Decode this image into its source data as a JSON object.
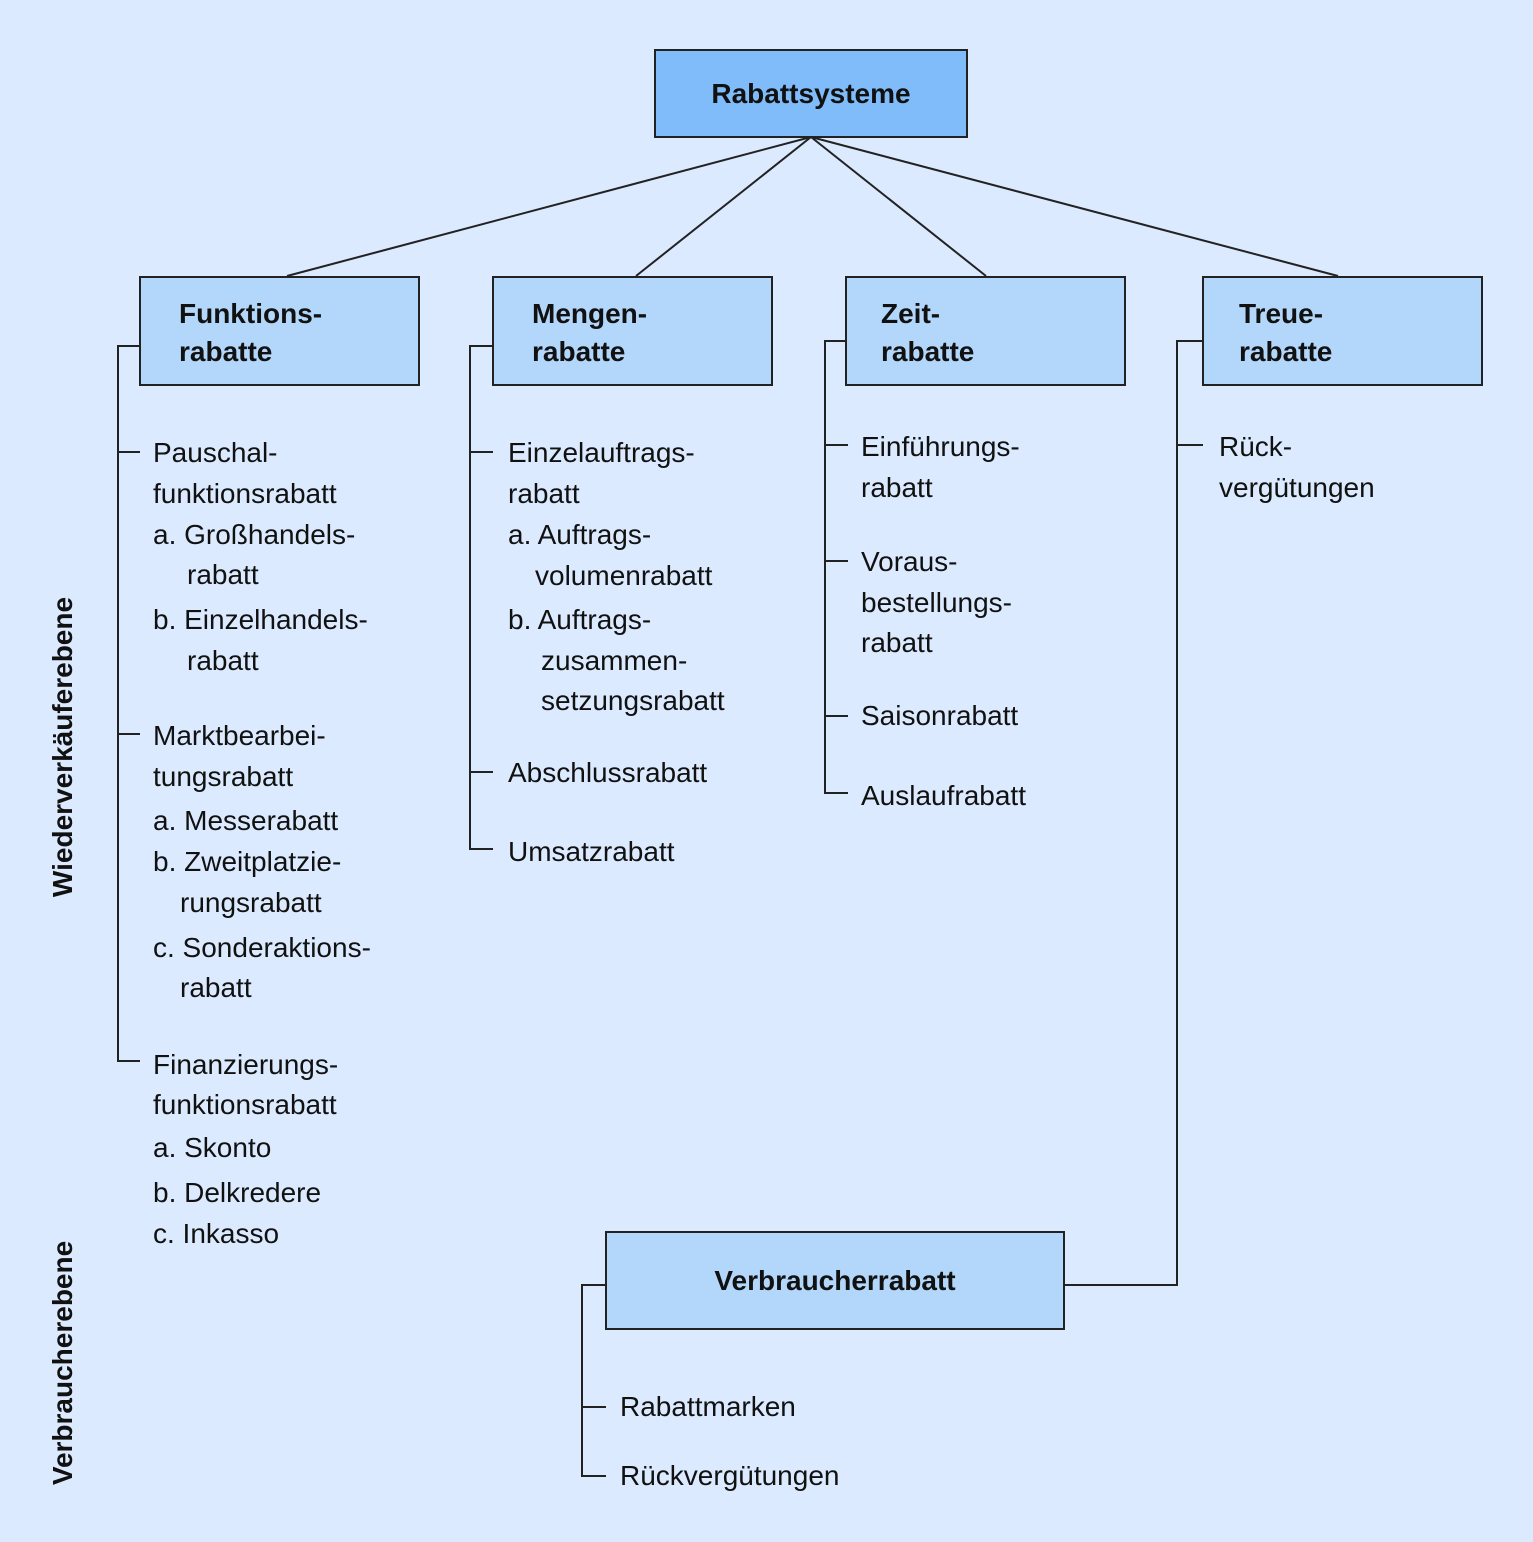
{
  "root": {
    "label": "Rabattsysteme"
  },
  "categories": [
    {
      "line1": "Funktions-",
      "line2": "rabatte"
    },
    {
      "line1": "Mengen-",
      "line2": "rabatte"
    },
    {
      "line1": "Zeit-",
      "line2": "rabatte"
    },
    {
      "line1": "Treue-",
      "line2": "rabatte"
    }
  ],
  "funktions": {
    "pauschal": [
      "Pauschal-",
      "funktionsrabatt",
      "a. Großhandels-",
      "rabatt",
      "b. Einzelhandels-",
      "rabatt"
    ],
    "markt": [
      "Marktbearbei-",
      "tungsrabatt",
      "a. Messerabatt",
      "b. Zweitplatzie-",
      "rungsrabatt",
      "c. Sonderaktions-",
      "rabatt"
    ],
    "finanz": [
      "Finanzierungs-",
      "funktionsrabatt",
      "a. Skonto",
      "b. Delkredere",
      "c. Inkasso"
    ]
  },
  "mengen": {
    "einzel": [
      "Einzelauftrags-",
      "rabatt",
      "a. Auftrags-",
      "volumenrabatt",
      "b. Auftrags-",
      "zusammen-",
      "setzungsrabatt"
    ],
    "abschluss": "Abschlussrabatt",
    "umsatz": "Umsatzrabatt"
  },
  "zeit": {
    "einfuehrung": [
      "Einführungs-",
      "rabatt"
    ],
    "voraus": [
      "Voraus-",
      "bestellungs-",
      "rabatt"
    ],
    "saison": "Saisonrabatt",
    "auslauf": "Auslaufrabatt"
  },
  "treue": {
    "rueck": [
      "Rück-",
      "vergütungen"
    ]
  },
  "consumer": {
    "label": "Verbraucherrabatt",
    "items": [
      "Rabattmarken",
      "Rückvergütungen"
    ]
  },
  "levels": {
    "reseller": "Wiederverkäuferebene",
    "consumer": "Verbraucherebene"
  },
  "colors": {
    "background": "#dbeafe",
    "root_box": "#7fbcf9",
    "category_box": "#b3d7fb",
    "stroke": "#222222"
  }
}
